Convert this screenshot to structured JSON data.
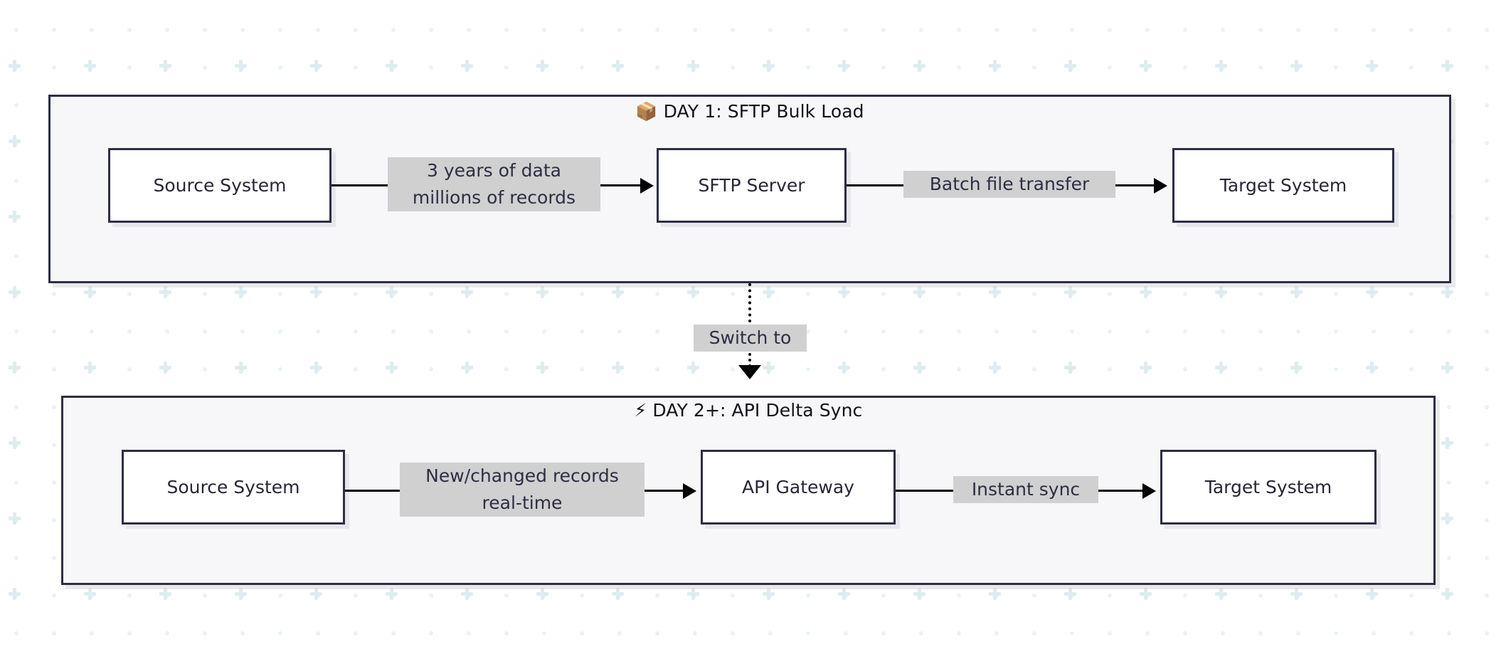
{
  "diagram": {
    "title_hidden": "",
    "background": {
      "pattern": "cross-and-dot-grid",
      "dot_color": "#e7f2f5",
      "cross_color": "#deecf0",
      "page_color": "#ffffff"
    },
    "theme": {
      "panel_fill": "#f7f7fa",
      "panel_border": "#2d2e44",
      "node_fill": "#ffffff",
      "node_border": "#2d2e44",
      "node_text": "#262636",
      "edge_color": "#000000",
      "edge_label_bg": "#d0d0d0",
      "edge_label_text": "#2d2e44"
    },
    "panels": [
      {
        "id": "day1",
        "icon": "package-icon",
        "icon_glyph": "📦",
        "title": "DAY 1: SFTP Bulk Load",
        "nodes": [
          {
            "id": "source-system-1",
            "label": "Source System"
          },
          {
            "id": "sftp-server",
            "label": "SFTP Server"
          },
          {
            "id": "target-system-1",
            "label": "Target System"
          }
        ],
        "edges": [
          {
            "from": "source-system-1",
            "to": "sftp-server",
            "label_lines": [
              "3 years of data",
              "millions of records"
            ]
          },
          {
            "from": "sftp-server",
            "to": "target-system-1",
            "label_lines": [
              "Batch file transfer"
            ]
          }
        ]
      },
      {
        "id": "day2",
        "icon": "lightning-icon",
        "icon_glyph": "⚡",
        "title": "DAY 2+: API Delta Sync",
        "nodes": [
          {
            "id": "source-system-2",
            "label": "Source System"
          },
          {
            "id": "api-gateway",
            "label": "API Gateway"
          },
          {
            "id": "target-system-2",
            "label": "Target System"
          }
        ],
        "edges": [
          {
            "from": "source-system-2",
            "to": "api-gateway",
            "label_lines": [
              "New/changed records",
              "real-time"
            ]
          },
          {
            "from": "api-gateway",
            "to": "target-system-2",
            "label_lines": [
              "Instant sync"
            ]
          }
        ]
      }
    ],
    "transition": {
      "label": "Switch to",
      "style": "dotted",
      "direction": "down",
      "from_panel": "day1",
      "to_panel": "day2"
    }
  }
}
